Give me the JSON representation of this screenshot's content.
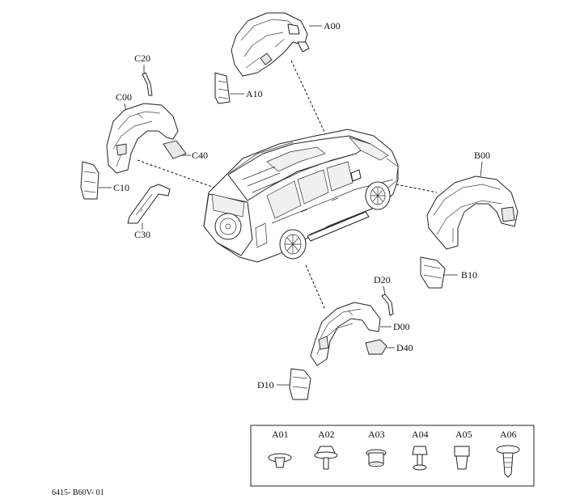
{
  "labels": {
    "A00": "A00",
    "A10": "A10",
    "B00": "B00",
    "B10": "B10",
    "C00": "C00",
    "C10": "C10",
    "C20": "C20",
    "C30": "C30",
    "C40": "C40",
    "D00": "D00",
    "D10": "D10",
    "D20": "D20",
    "D40": "D40"
  },
  "fasteners": [
    "A01",
    "A02",
    "A03",
    "A04",
    "A05",
    "A06"
  ],
  "footer_code": "6415- B60V- 01"
}
